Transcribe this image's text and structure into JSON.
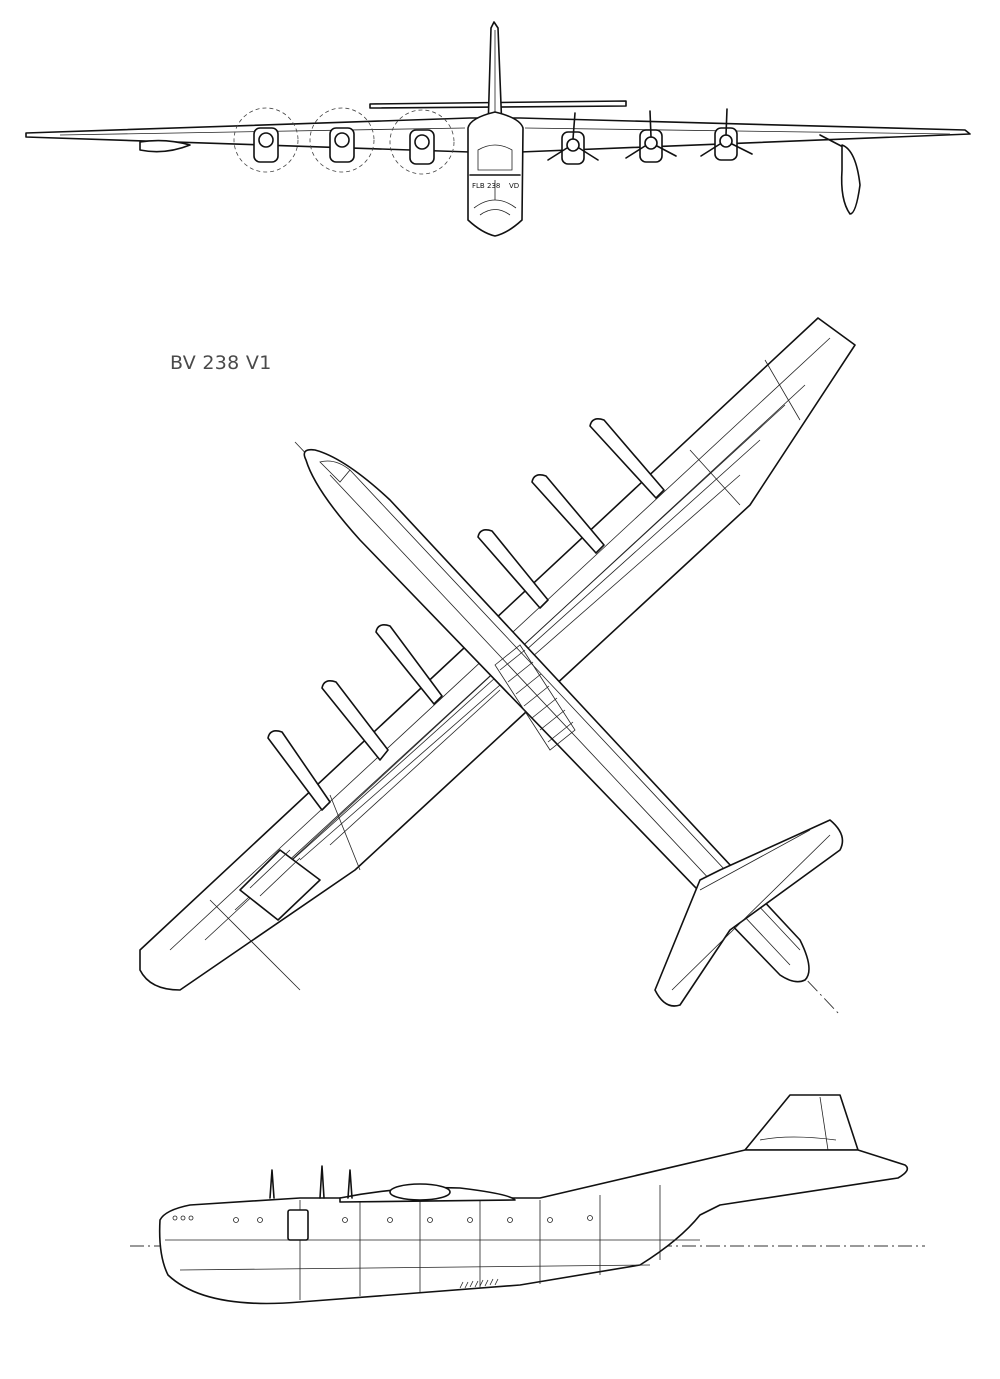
{
  "drawing": {
    "caption": "BV 238 V1",
    "front_label_left": "FLB 238",
    "front_label_right": "VD"
  }
}
